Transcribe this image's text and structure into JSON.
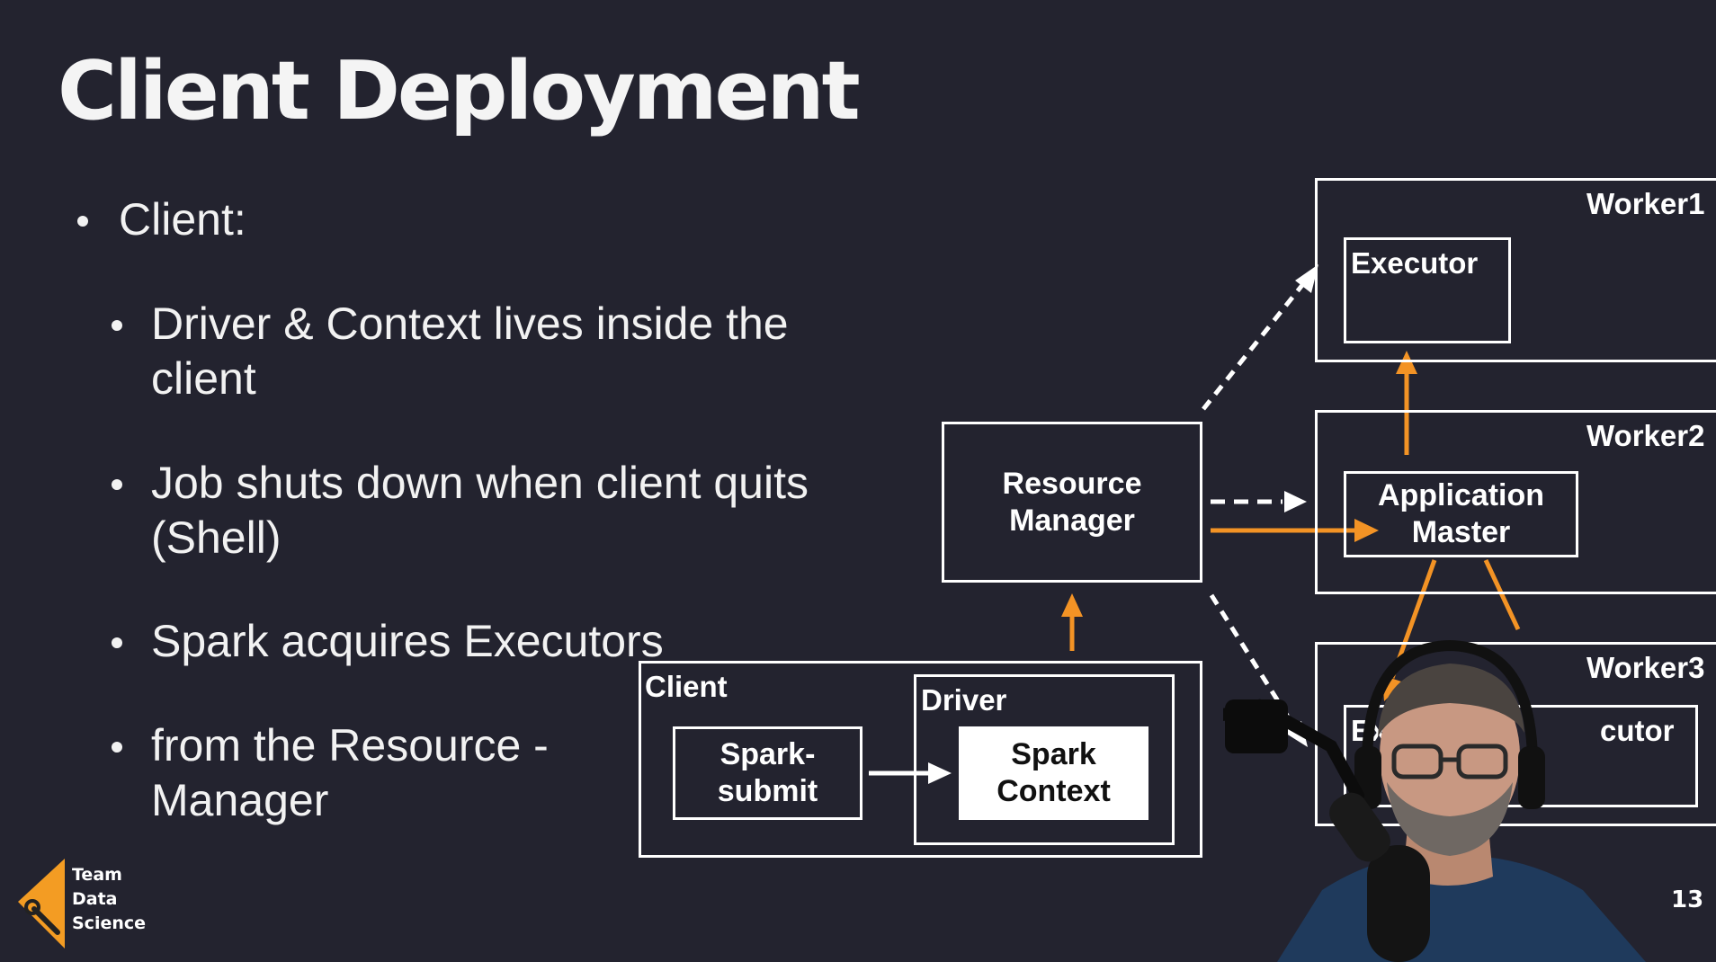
{
  "slide": {
    "title": "Client Deployment",
    "page_number": "13"
  },
  "bullets": [
    {
      "text": "Client:"
    },
    {
      "text": "Driver & Context lives inside the",
      "cont": "client"
    },
    {
      "text": "Job shuts down when client quits",
      "cont": "(Shell)"
    },
    {
      "text": "Spark acquires Executors"
    },
    {
      "text": "from the Resource -",
      "cont": "Manager"
    }
  ],
  "diagram": {
    "resource_manager": {
      "line1": "Resource",
      "line2": "Manager"
    },
    "client": {
      "label": "Client"
    },
    "spark_submit": {
      "line1": "Spark-",
      "line2": "submit"
    },
    "driver": {
      "label": "Driver"
    },
    "spark_context": {
      "line1": "Spark",
      "line2": "Context"
    },
    "worker1": {
      "label": "Worker1",
      "executor": "Executor"
    },
    "worker2": {
      "label": "Worker2",
      "app_master_line1": "Application",
      "app_master_line2": "Master"
    },
    "worker3": {
      "label": "Worker3",
      "executor_left": "Exec",
      "executor_right": "cutor"
    },
    "colors": {
      "box_stroke": "#ffffff",
      "arrow_solid": "#f39325",
      "arrow_dashed": "#ffffff",
      "background": "#23232f",
      "logo": "#f39c23"
    }
  },
  "logo": {
    "icon": "wrench-icon",
    "line1": "Team",
    "line2": "Data",
    "line3": "Science"
  },
  "presenter": {
    "icon": "presenter-webcam-icon"
  }
}
